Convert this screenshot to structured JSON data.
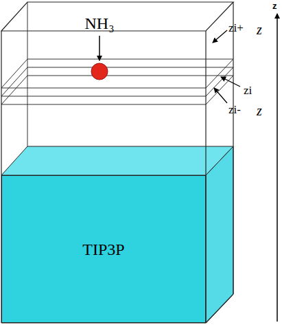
{
  "diagram": {
    "nodes": [
      {
        "text": [
          "TIP3P"
        ]
      }
    ],
    "labels": [
      "NH₃",
      "zi+",
      "z",
      "zi",
      "zi-",
      "z",
      "z"
    ]
  }
}
